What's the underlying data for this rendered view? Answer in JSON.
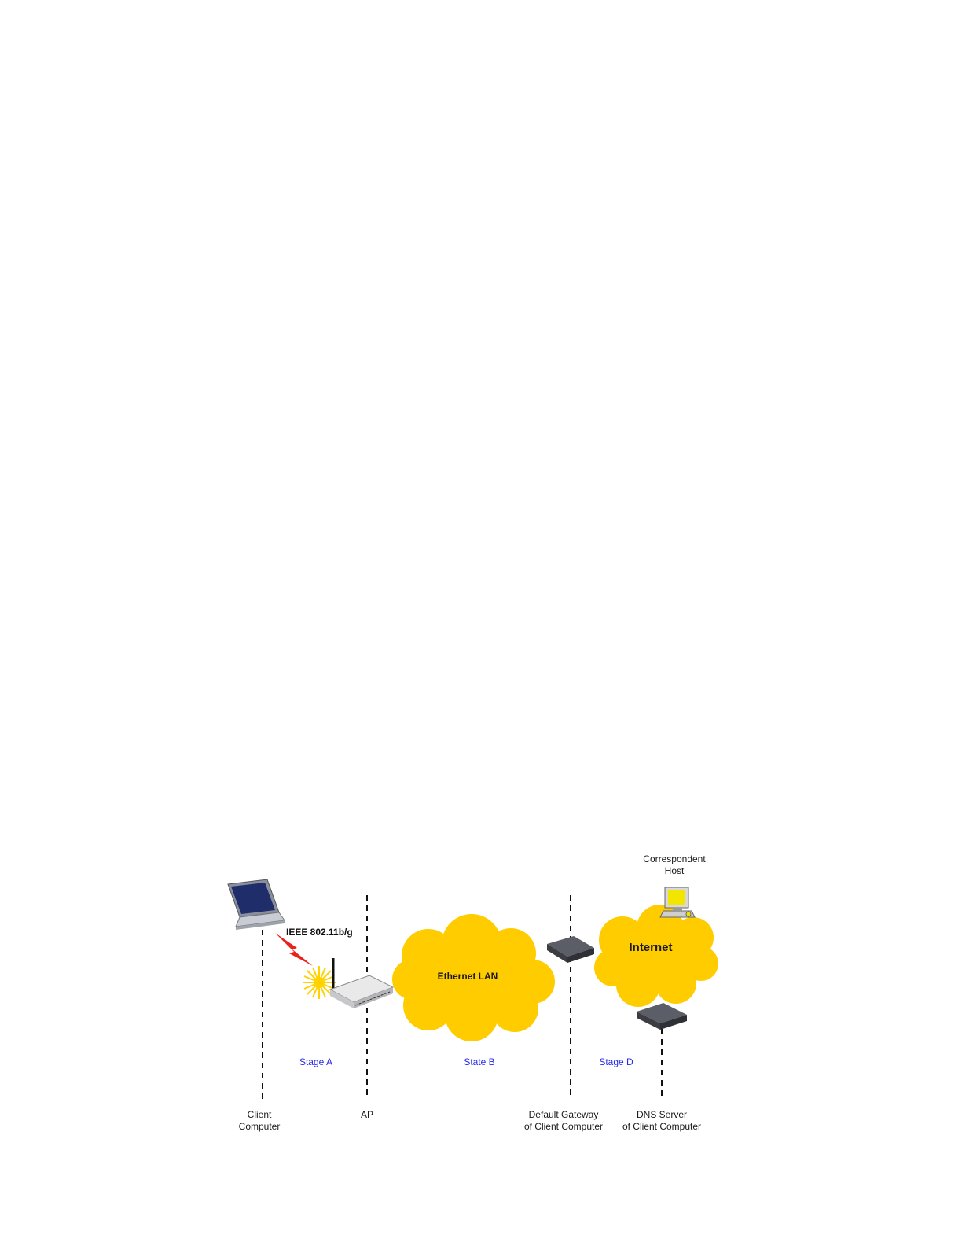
{
  "diagram": {
    "labels": {
      "client_computer": "Client\nComputer",
      "ap": "AP",
      "default_gateway": "Default Gateway\nof Client Computer",
      "dns_server": "DNS Server\nof Client Computer",
      "correspondent_host": "Correspondent\nHost"
    },
    "stages": {
      "a": "Stage A",
      "b": "State B",
      "d": "Stage D"
    },
    "clouds": {
      "ethernet_lan": "Ethernet LAN",
      "internet": "Internet"
    },
    "wireless_link": "IEEE 802.11b/g",
    "colors": {
      "cloud_fill": "#FFCC00",
      "stage_text": "#2A2AE6",
      "lightning": "#E8231B",
      "burst": "#FFD200"
    },
    "icons": [
      "laptop-icon",
      "access-point-icon",
      "router-icon",
      "desktop-computer-icon",
      "lightning-icon",
      "signal-burst-icon"
    ]
  }
}
